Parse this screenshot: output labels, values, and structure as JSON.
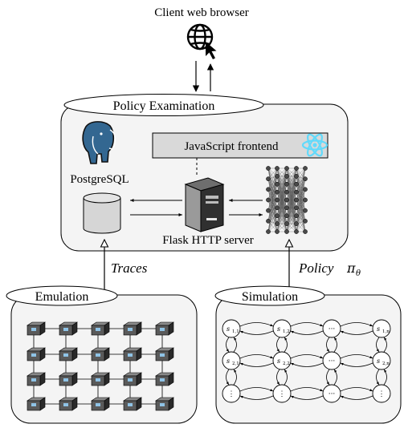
{
  "client": {
    "label": "Client web browser",
    "icon": "globe-cursor-icon"
  },
  "policy_examination": {
    "title": "Policy Examination",
    "frontend_label": "JavaScript frontend",
    "db_label": "PostgreSQL",
    "server_label": "Flask HTTP server",
    "icons": [
      "postgresql-elephant-icon",
      "react-atom-icon",
      "server-tower-icon",
      "database-cylinder-icon",
      "neural-network-icon"
    ]
  },
  "arrows": {
    "traces_label": "Traces",
    "policy_label": "Policy",
    "policy_symbol": "π",
    "policy_subscript": "θ"
  },
  "emulation": {
    "title": "Emulation",
    "grid_rows": 4,
    "grid_cols": 5,
    "node_icon": "server-box-icon"
  },
  "simulation": {
    "title": "Simulation",
    "state_nodes": [
      [
        {
          "base": "s",
          "sub": "1,1"
        },
        {
          "base": "s",
          "sub": "1,2"
        },
        {
          "base": "···",
          "sub": ""
        },
        {
          "base": "s",
          "sub": "1,n"
        }
      ],
      [
        {
          "base": "s",
          "sub": "2,1"
        },
        {
          "base": "s",
          "sub": "2,2"
        },
        {
          "base": "···",
          "sub": ""
        },
        {
          "base": "s",
          "sub": "2,n"
        }
      ],
      [
        {
          "base": "⋮",
          "sub": ""
        },
        {
          "base": "⋮",
          "sub": ""
        },
        {
          "base": "···",
          "sub": ""
        },
        {
          "base": "⋮",
          "sub": ""
        }
      ]
    ]
  },
  "colors": {
    "panel_fill": "#f4f4f4",
    "frontend_fill": "#d9d9d9",
    "postgres_blue": "#336791",
    "react_cyan": "#61dafb",
    "server_fill": "#9a9a9a",
    "server_top": "#6e6e6e",
    "server_face": "#303030"
  }
}
